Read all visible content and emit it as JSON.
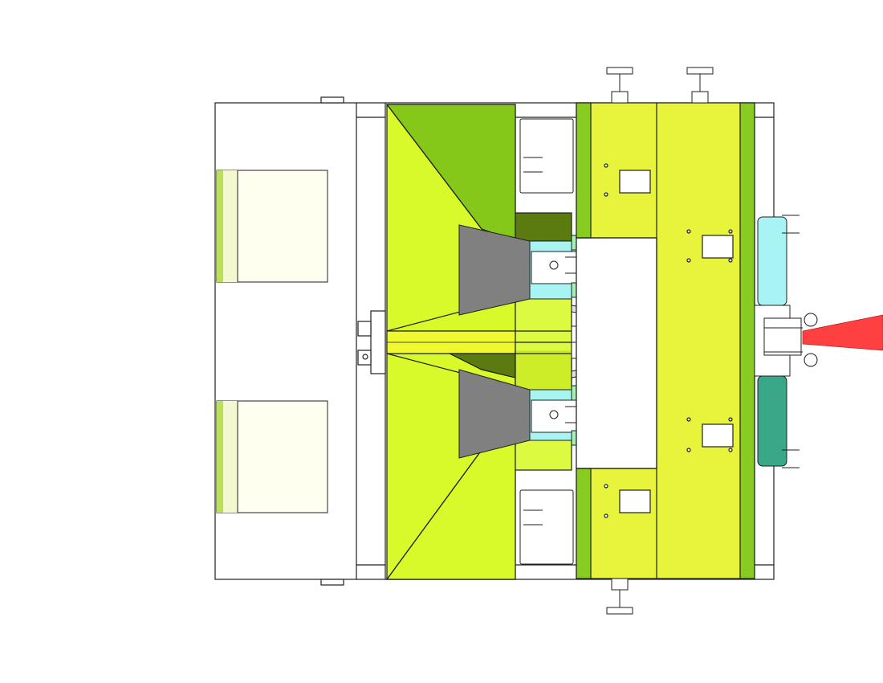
{
  "drawing": {
    "view": "top",
    "colors": {
      "background": "#ffffff",
      "outline": "#1f1f1f",
      "frame": "#ffffff",
      "cream_panel": "#fffff0",
      "green_strip": "#b8e05a",
      "hopper_light": "#d8fa2a",
      "hopper_dark": "#86c81a",
      "hopper_olive": "#5b7a10",
      "plate_grey": "#808080",
      "roller_yellow": "#e8f43c",
      "roller_green": "#88cc22",
      "cyan": "#a8f4f4",
      "mint": "#a6f0b6",
      "teal": "#3aa888",
      "red_pointer": "#ff4040"
    },
    "components": [
      "base-frame",
      "seed-box-panel-upper",
      "seed-box-panel-lower",
      "hopper",
      "agitator-plates",
      "metering-rollers",
      "drive-linkage",
      "press-roller",
      "tow-hitch",
      "adjustment-knobs"
    ]
  }
}
